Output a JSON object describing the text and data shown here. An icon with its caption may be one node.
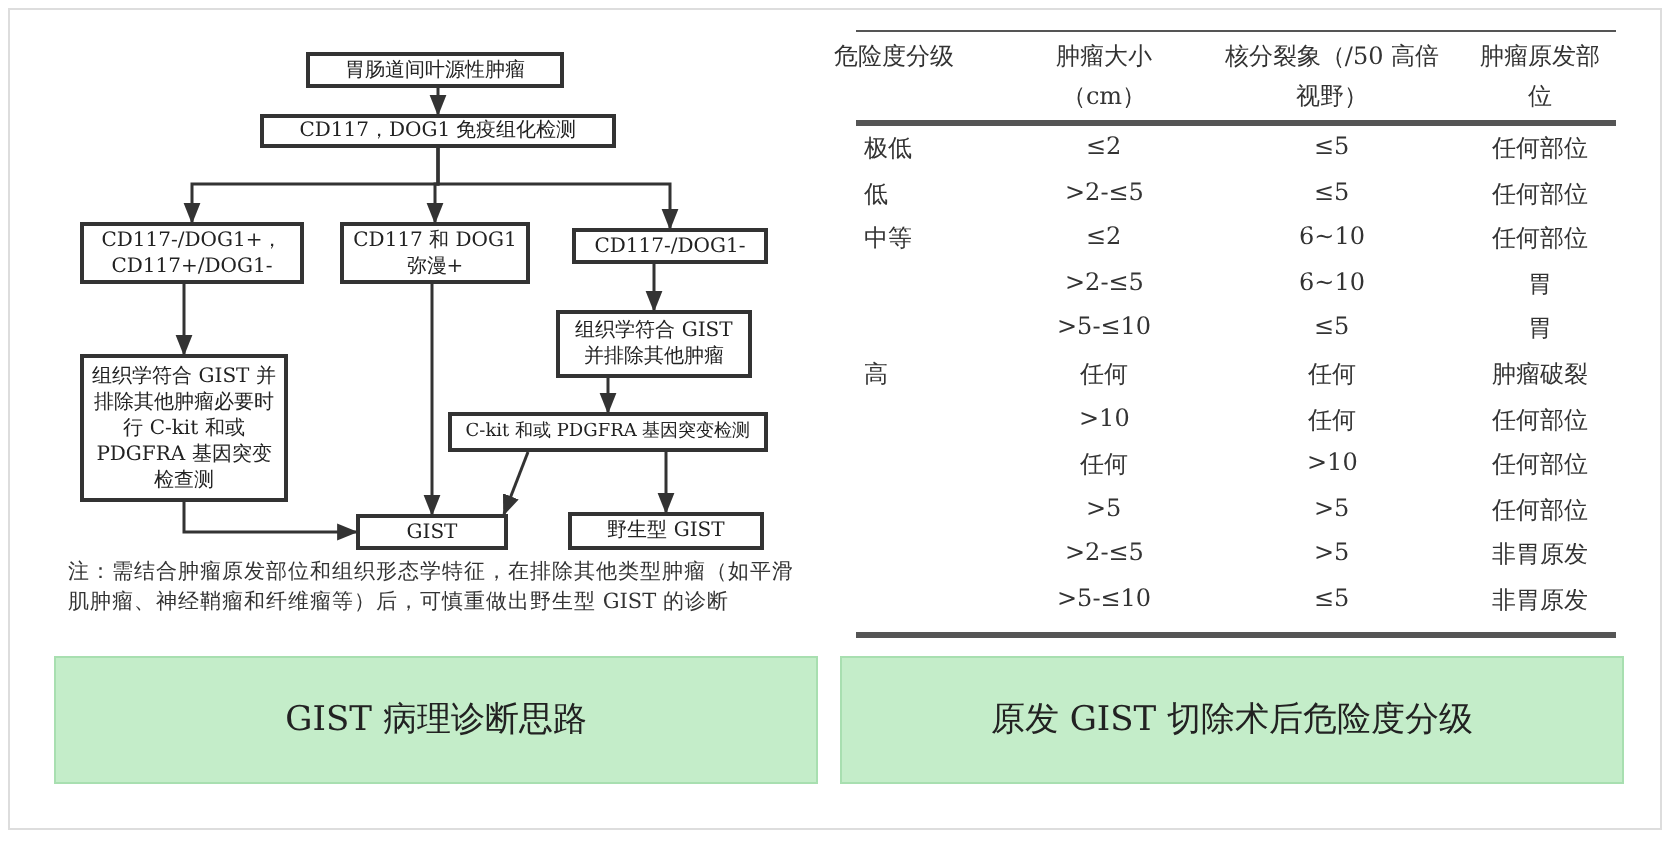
{
  "diagram": {
    "nodes": [
      {
        "text": [
          "胃肠道间叶源性肿瘤"
        ]
      },
      {
        "text": [
          "CD117，DOG1 免疫组化检测"
        ]
      },
      {
        "text": [
          "CD117-/DOG1+，CD117+/DOG1-"
        ]
      },
      {
        "text": [
          "CD117 和 DOG1 弥漫+"
        ]
      },
      {
        "text": [
          "CD117-/DOG1-"
        ]
      },
      {
        "text": [
          "组织学符合 GIST 并排除其他肿瘤必要时行 C-kit 和或 PDGFRA 基因突变检查测"
        ]
      },
      {
        "text": [
          "组织学符合 GIST 并排除其他肿瘤"
        ]
      },
      {
        "text": [
          "C-kit 和或 PDGFRA 基因突变检测"
        ]
      },
      {
        "text": [
          "GIST"
        ]
      },
      {
        "text": [
          "野生型 GIST"
        ]
      },
      {
        "text": [
          "GIST 病理诊断思路"
        ]
      },
      {
        "text": [
          "原发 GIST 切除术后危险度分级"
        ]
      }
    ],
    "edges": [
      {
        "from": 0,
        "to": 1,
        "arrow": "to"
      },
      {
        "from": 1,
        "to": 2,
        "arrow": "to"
      },
      {
        "from": 1,
        "to": 3,
        "arrow": "to"
      },
      {
        "from": 1,
        "to": 4,
        "arrow": "to"
      },
      {
        "from": 2,
        "to": 5,
        "arrow": "to"
      },
      {
        "from": 4,
        "to": 6,
        "arrow": "to"
      },
      {
        "from": 6,
        "to": 7,
        "arrow": "to"
      },
      {
        "from": 5,
        "to": 8,
        "arrow": "to"
      },
      {
        "from": 3,
        "to": 8,
        "arrow": "to"
      },
      {
        "from": 7,
        "to": 8,
        "arrow": "to"
      },
      {
        "from": 7,
        "to": 9,
        "arrow": "to"
      }
    ],
    "labels": [
      "注：需结合肿瘤原发部位和组织形态学特征，在排除其他类型肿瘤（如平滑肌肿瘤、神经鞘瘤和纤维瘤等）后，可慎重做出野生型 GIST 的诊断",
      "危险度分级",
      "肿瘤大小（cm）",
      "核分裂象（/50 高倍视野）",
      "肿瘤原发部位",
      "极低",
      "≤2",
      "≤5",
      "任何部位",
      "低",
      ">2-≤5",
      "≤5",
      "任何部位",
      "中等",
      "≤2",
      "6~10",
      "任何部位",
      ">2-≤5",
      "6~10",
      "胃",
      ">5-≤10",
      "≤5",
      "胃",
      "高",
      "任何",
      "任何",
      "肿瘤破裂",
      ">10",
      "任何",
      "任何部位",
      "任何",
      ">10",
      "任何部位",
      ">5",
      ">5",
      "任何部位",
      ">2-≤5",
      ">5",
      "非胃原发",
      ">5-≤10",
      "≤5",
      "非胃原发"
    ]
  }
}
